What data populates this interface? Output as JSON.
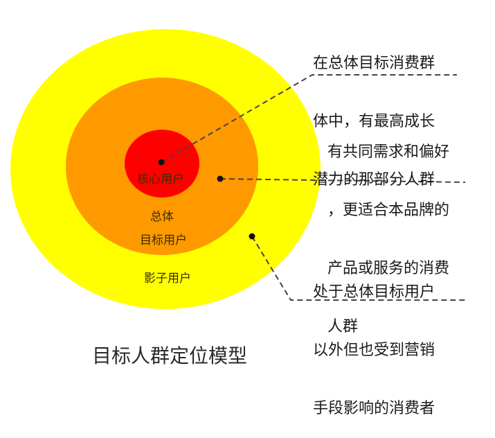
{
  "diagram": {
    "title": "目标人群定位模型",
    "rings": {
      "outer_label": "影子用户",
      "middle_label_line1": "总体",
      "middle_label_line2": "目标用户",
      "core_label": "核心用户"
    },
    "annotations": {
      "core": [
        "在总体目标消费群",
        "体中，有最高成长",
        "潜力的那部分人群"
      ],
      "middle": [
        "有共同需求和偏好",
        "，更适合本品牌的",
        "产品或服务的消费",
        "人群"
      ],
      "outer": [
        "处于总体目标用户",
        "以外但也受到营销",
        "手段影响的消费者"
      ]
    },
    "colors": {
      "outer": "#ffff00",
      "middle": "#ff9900",
      "core": "#ff0000",
      "leader": "#444444"
    }
  }
}
